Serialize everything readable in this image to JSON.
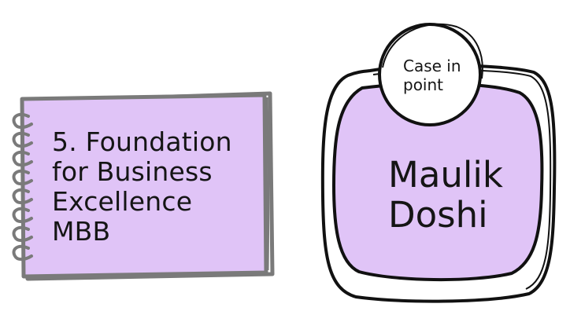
{
  "colors": {
    "fill": "#e0c4f7",
    "stroke": "#111111",
    "binding": "#7a7a7a",
    "text": "#151515"
  },
  "notebook": {
    "title_lines": [
      "5. Foundation",
      "for Business",
      "Excellence",
      "MBB"
    ]
  },
  "case_badge": {
    "label_lines": [
      "Case in",
      "point"
    ]
  },
  "person": {
    "name_lines": [
      "Maulik",
      "Doshi"
    ]
  }
}
